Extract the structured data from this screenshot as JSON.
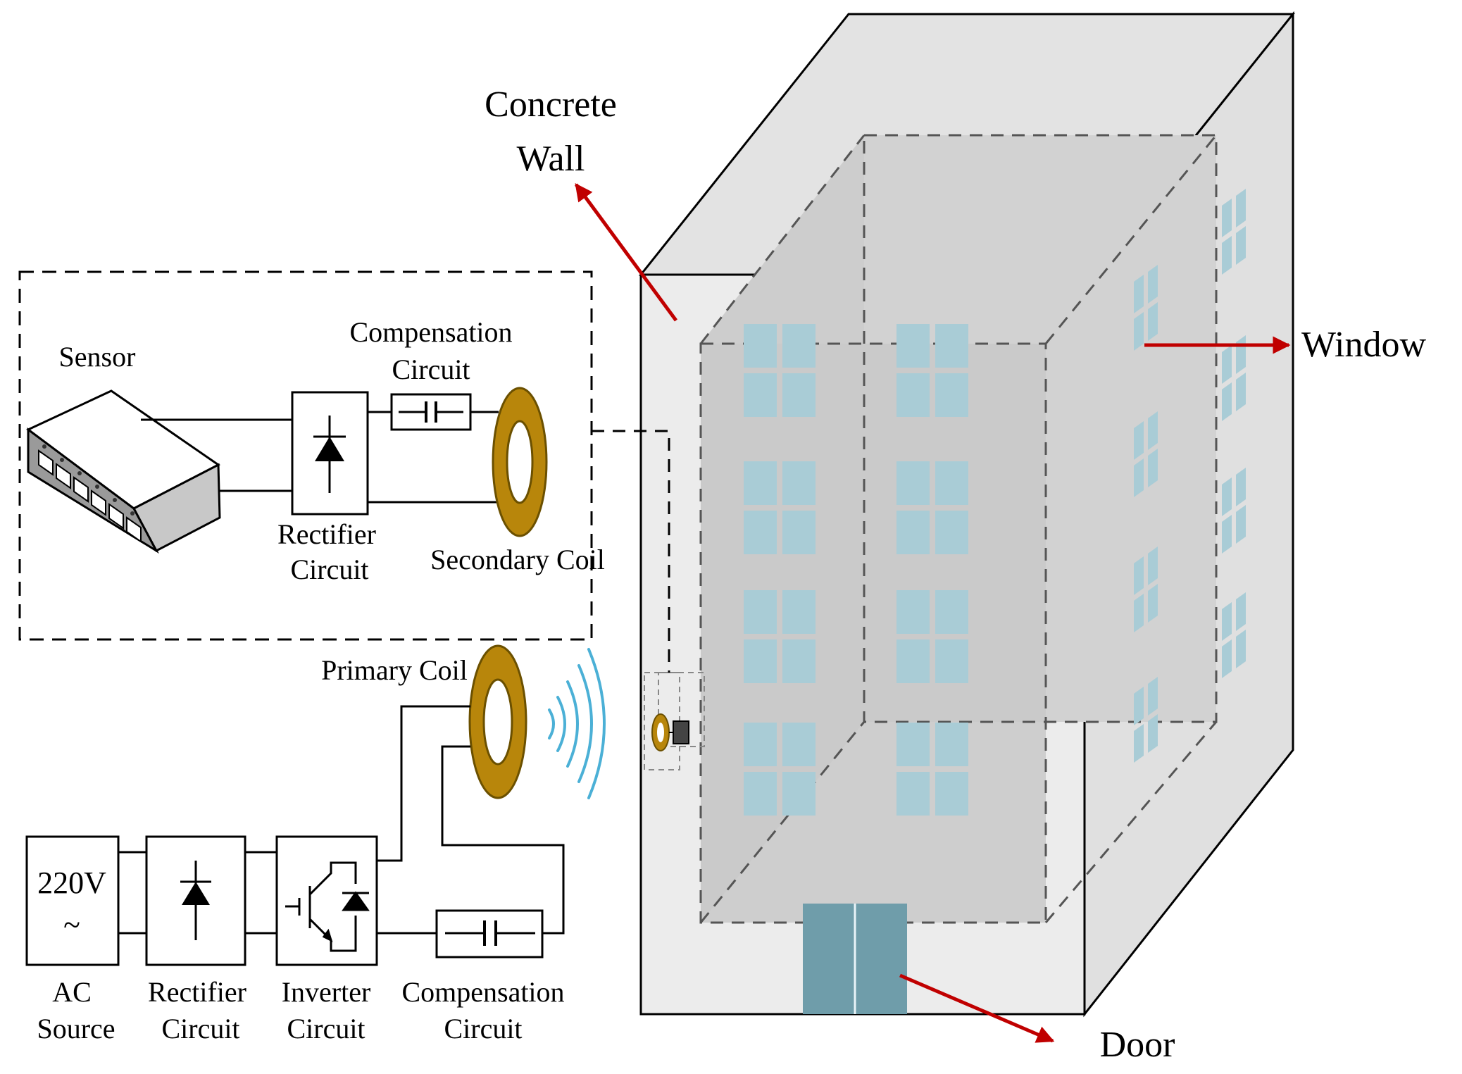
{
  "labels": {
    "concrete_wall_1": "Concrete",
    "concrete_wall_2": "Wall",
    "window": "Window",
    "door": "Door",
    "sensor": "Sensor",
    "comp_top_1": "Compensation",
    "comp_top_2": "Circuit",
    "rect_top_1": "Rectifier",
    "rect_top_2": "Circuit",
    "secondary_coil": "Secondary Coil",
    "primary_coil": "Primary Coil",
    "source_value": "220V",
    "source_symbol": "~",
    "ac_1": "AC",
    "ac_2": "Source",
    "rect_bot_1": "Rectifier",
    "rect_bot_2": "Circuit",
    "inv_1": "Inverter",
    "inv_2": "Circuit",
    "comp_bot_1": "Compensation",
    "comp_bot_2": "Circuit"
  },
  "colors": {
    "coil": "#b8860b",
    "coil_dark": "#6b5000",
    "arrow": "#c00000",
    "wave": "#4bb0d6",
    "window_pane": "#a9ccd6",
    "door": "#6f9daa",
    "wall_front": "#ececec",
    "wall_side": "#e0e0e0",
    "wall_top": "#e3e3e3",
    "interior": "#cfcfcf"
  }
}
